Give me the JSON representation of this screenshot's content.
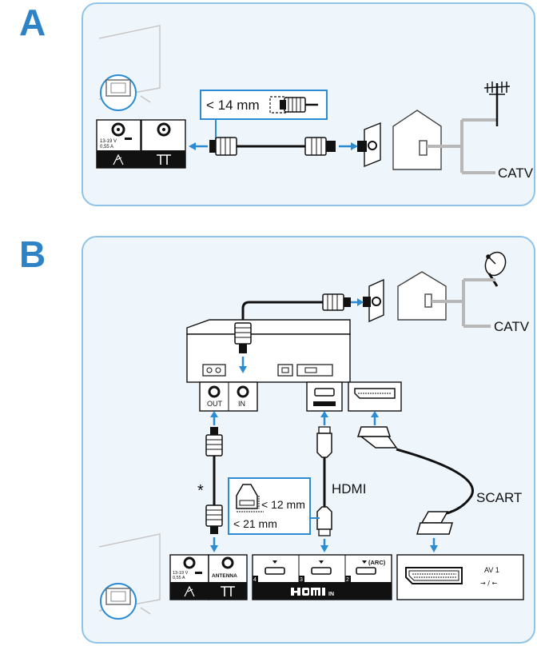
{
  "colors": {
    "panel_bg": "#eef5fb",
    "panel_border": "#8fc3e8",
    "accent_blue": "#2b8bd3",
    "letter_blue": "#2d83c6",
    "cable_gray": "#b7b7b7",
    "dark": "#111111"
  },
  "section_a": {
    "letter": "A",
    "measure_label": "< 14 mm",
    "catv_label": "CATV",
    "jack_sat_power": "13-19 V",
    "jack_sat_current": "0,55 A"
  },
  "section_b": {
    "letter": "B",
    "catv_label": "CATV",
    "out_label": "OUT",
    "in_label": "IN",
    "hdmi_cable_label": "HDMI",
    "scart_label": "SCART",
    "asterisk": "*",
    "dim_small": "< 12 mm",
    "dim_large": "< 21 mm",
    "jack_sat_power": "13-19 V",
    "jack_sat_current": "0,55 A",
    "antenna_label": "ANTENNA",
    "hdmi_ports": [
      "4",
      "3",
      "2"
    ],
    "arc_label": "(ARC)",
    "hdmi_in_label": "IN",
    "av_label": "AV 1",
    "av_arrows": "→ / ←"
  },
  "icons": [
    "tv-outline-icon",
    "antenna-icon",
    "satellite-dish-icon",
    "house-icon",
    "wall-socket-icon",
    "coax-plug-icon",
    "hdmi-plug-icon",
    "scart-plug-icon"
  ]
}
